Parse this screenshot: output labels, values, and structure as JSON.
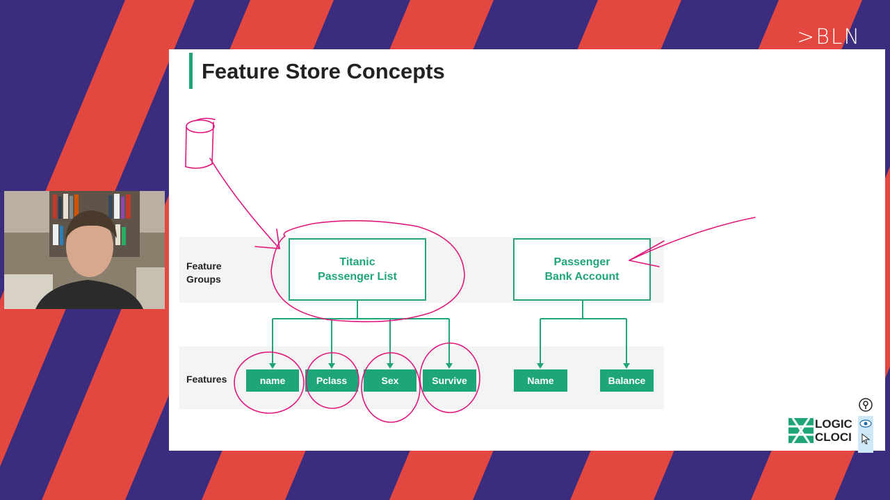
{
  "brand": ">BLN",
  "slide": {
    "title": "Feature Store Concepts",
    "row_labels": {
      "groups": "Feature\nGroups",
      "features": "Features"
    },
    "feature_groups": [
      {
        "label": "Titanic\nPassenger List",
        "features": [
          "name",
          "Pclass",
          "Sex",
          "Survive"
        ]
      },
      {
        "label": "Passenger\nBank Account",
        "features": [
          "Name",
          "Balance"
        ]
      }
    ]
  },
  "logo": {
    "line1": "LOGIC",
    "line2": "CLOCI"
  },
  "colors": {
    "accent": "#1fa57a",
    "ink": "#e0177c",
    "stripe_red": "#e4473f",
    "stripe_purple": "#3a2d7f"
  },
  "icons": [
    "pin-icon",
    "eye-icon",
    "cursor-icon",
    "eraser-icon"
  ]
}
